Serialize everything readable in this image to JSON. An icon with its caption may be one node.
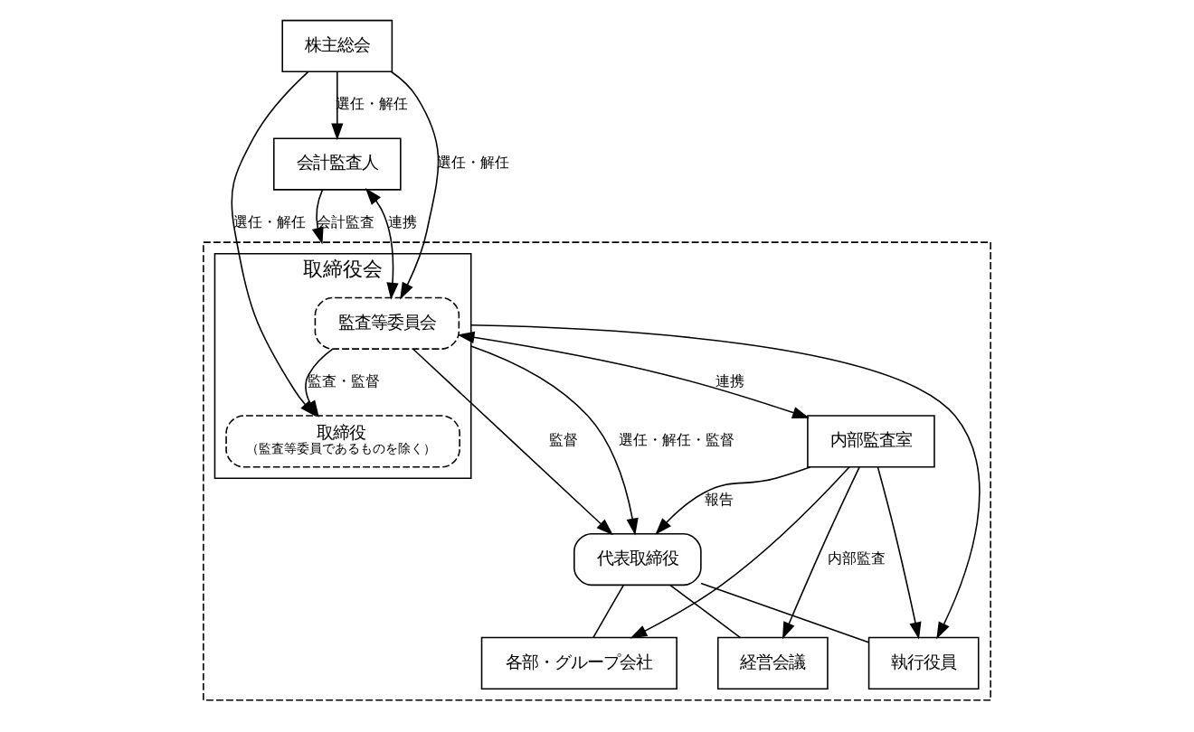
{
  "diagram": {
    "nodes": [
      {
        "text": [
          "株主総会"
        ]
      },
      {
        "text": [],
        "shape": "box"
      },
      {
        "text": [
          "取締役会"
        ],
        "in": 1
      },
      {
        "text": [
          "監査等委員会"
        ],
        "in": 2
      },
      {
        "text": [
          "取締役",
          "（監査等委員であるものを除く）"
        ],
        "in": 2
      },
      {
        "text": [
          "会計監査人"
        ]
      },
      {
        "text": [
          "内部監査室"
        ],
        "in": 1
      },
      {
        "text": [
          "代表取締役"
        ],
        "in": 1
      },
      {
        "text": [
          "執行役員"
        ],
        "in": 1
      },
      {
        "text": [
          "経営会議"
        ],
        "in": 1
      },
      {
        "text": [
          "各部・グループ会社"
        ],
        "in": 1
      }
    ],
    "edges": [
      {
        "from": 0,
        "to": 5,
        "arrow": "to",
        "label": "選任・解任"
      },
      {
        "from": 0,
        "to": 3,
        "arrow": "to",
        "label": "選任・解任"
      },
      {
        "from": 0,
        "to": 4,
        "arrow": "to",
        "label": "選任・解任"
      },
      {
        "from": 5,
        "to": 3,
        "arrow": "both",
        "label": "連携"
      },
      {
        "from": 5,
        "to": 1,
        "arrow": "to",
        "label": "会計監査"
      },
      {
        "from": 3,
        "to": 4,
        "arrow": "to",
        "label": "監査・監督"
      },
      {
        "from": 3,
        "to": 6,
        "arrow": "both",
        "label": "連携"
      },
      {
        "from": 3,
        "to": 7,
        "arrow": "to",
        "label": "監督"
      },
      {
        "from": 2,
        "to": 7,
        "arrow": "to",
        "label": "選任・解任・監督"
      },
      {
        "from": 2,
        "to": 8,
        "arrow": "to"
      },
      {
        "from": 6,
        "to": 7,
        "arrow": "to",
        "label": "報告"
      },
      {
        "from": 6,
        "to": 9,
        "arrow": "to",
        "label": "内部監査"
      },
      {
        "from": 6,
        "to": 10,
        "arrow": "to"
      },
      {
        "from": 6,
        "to": 8,
        "arrow": "to"
      },
      {
        "from": 7,
        "to": 9,
        "arrow": "none"
      },
      {
        "from": 7,
        "to": 10,
        "arrow": "none"
      },
      {
        "from": 7,
        "to": 8,
        "arrow": "none"
      }
    ]
  }
}
